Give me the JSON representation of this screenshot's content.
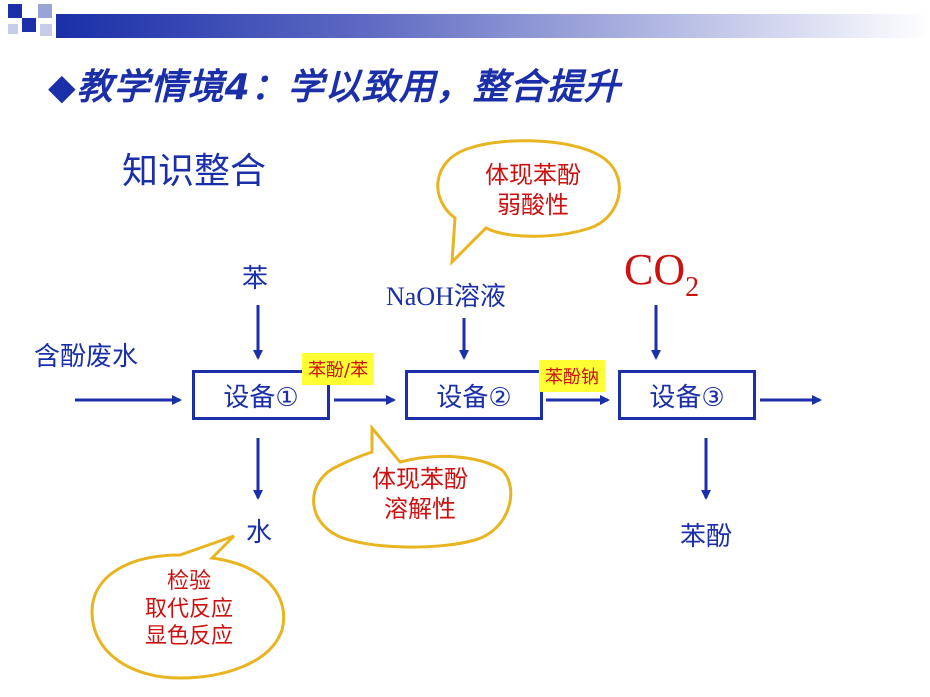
{
  "title": "◆教学情境4：学以致用，整合提升",
  "subtitle": "知识整合",
  "inputs": {
    "waste_water": "含酚废水",
    "benzene": "苯",
    "naoh": "NaOH溶液",
    "co2_main": "CO",
    "co2_sub": "2"
  },
  "devices": [
    "设备①",
    "设备②",
    "设备③"
  ],
  "streams": {
    "phenol_benzene": "苯酚/苯",
    "sodium_phenoxide": "苯酚钠"
  },
  "outputs": {
    "water": "水",
    "phenol": "苯酚"
  },
  "bubbles": {
    "acidity": [
      "体现苯酚",
      "弱酸性"
    ],
    "solubility": [
      "体现苯酚",
      "溶解性"
    ],
    "test": [
      "检验",
      "取代反应",
      "显色反应"
    ]
  },
  "colors": {
    "blue": "#1a2fa8",
    "red": "#cc1111",
    "yellow_border": "#e8b420",
    "highlight": "#ffff33"
  }
}
